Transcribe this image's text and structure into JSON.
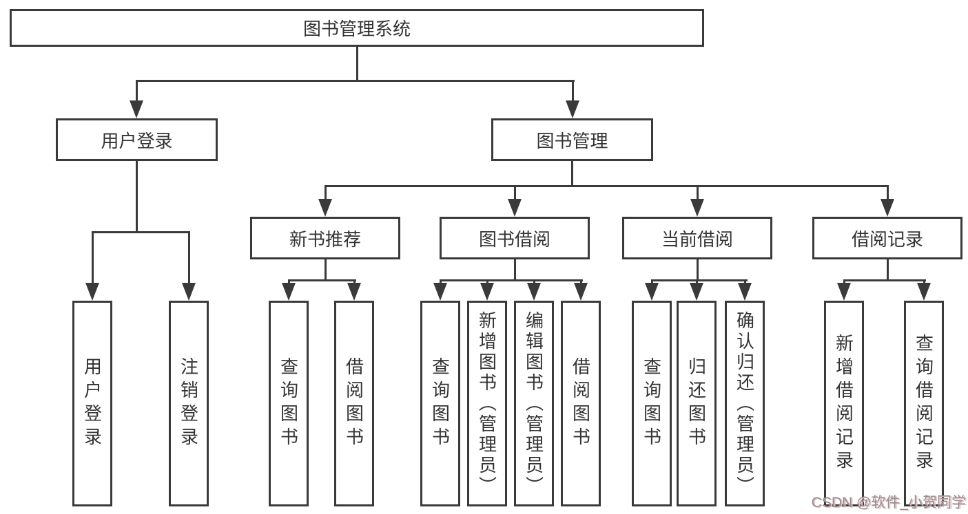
{
  "tree": {
    "root": {
      "label": "图书管理系统"
    },
    "branches": [
      {
        "label": "用户登录",
        "leaves": [
          {
            "label": "用户登录"
          },
          {
            "label": "注销登录"
          }
        ]
      },
      {
        "label": "图书管理",
        "groups": [
          {
            "label": "新书推荐",
            "leaves": [
              {
                "label": "查询图书"
              },
              {
                "label": "借阅图书"
              }
            ]
          },
          {
            "label": "图书借阅",
            "leaves": [
              {
                "label": "查询图书"
              },
              {
                "label": "新增图书（管理员）"
              },
              {
                "label": "编辑图书（管理员）"
              },
              {
                "label": "借阅图书"
              }
            ]
          },
          {
            "label": "当前借阅",
            "leaves": [
              {
                "label": "查询图书"
              },
              {
                "label": "归还图书"
              },
              {
                "label": "确认归还（管理员）"
              }
            ]
          },
          {
            "label": "借阅记录",
            "leaves": [
              {
                "label": "新增借阅记录"
              },
              {
                "label": "查询借阅记录"
              }
            ]
          }
        ]
      }
    ]
  },
  "watermark": {
    "text": "CSDN @软件_小贺同学"
  },
  "colors": {
    "line": "#3a3a3a",
    "text": "#333333",
    "background": "#ffffff",
    "watermark_gray": "#8f8f94",
    "watermark_pink": "#eebdbd"
  }
}
